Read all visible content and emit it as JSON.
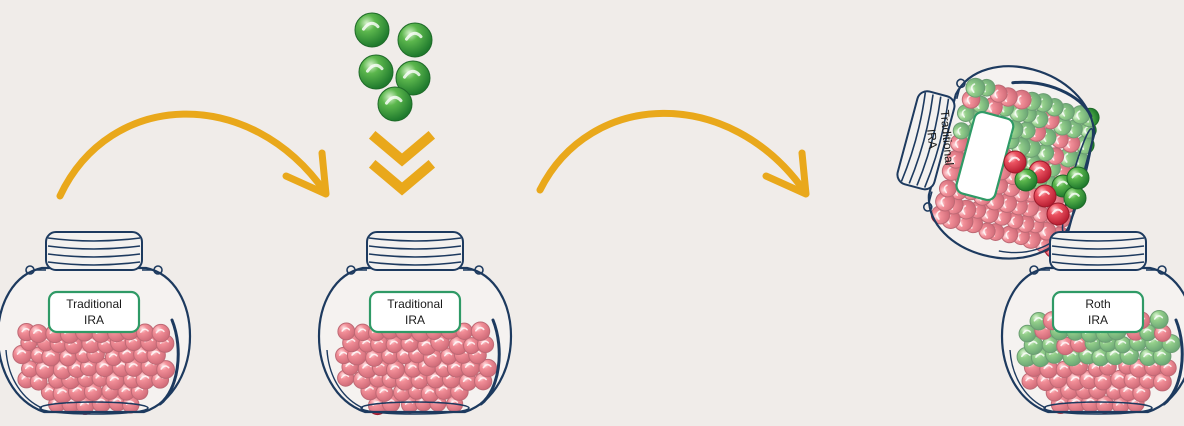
{
  "background_color": "#f0ece9",
  "colors": {
    "arrow": "#e9a81b",
    "jar_outline": "#1d3a5f",
    "label_border": "#2f9a66",
    "red_marble": "#d9303f",
    "green_marble": "#3d9d37"
  },
  "jars": [
    {
      "id": "jar-1",
      "label_line1": "Traditional",
      "label_line2": "IRA",
      "contents": "red marbles"
    },
    {
      "id": "jar-2",
      "label_line1": "Traditional",
      "label_line2": "IRA",
      "contents": "red marbles"
    },
    {
      "id": "jar-3",
      "label_line1": "Traditional",
      "label_line2": "IRA",
      "contents": "red and green marbles, tipped over, pouring"
    },
    {
      "id": "jar-4",
      "label_line1": "Roth",
      "label_line2": "IRA",
      "contents": "red and green marbles"
    }
  ],
  "icons": [
    "curved-arrow-icon",
    "double-chevron-down-icon",
    "green-marbles-icon"
  ]
}
